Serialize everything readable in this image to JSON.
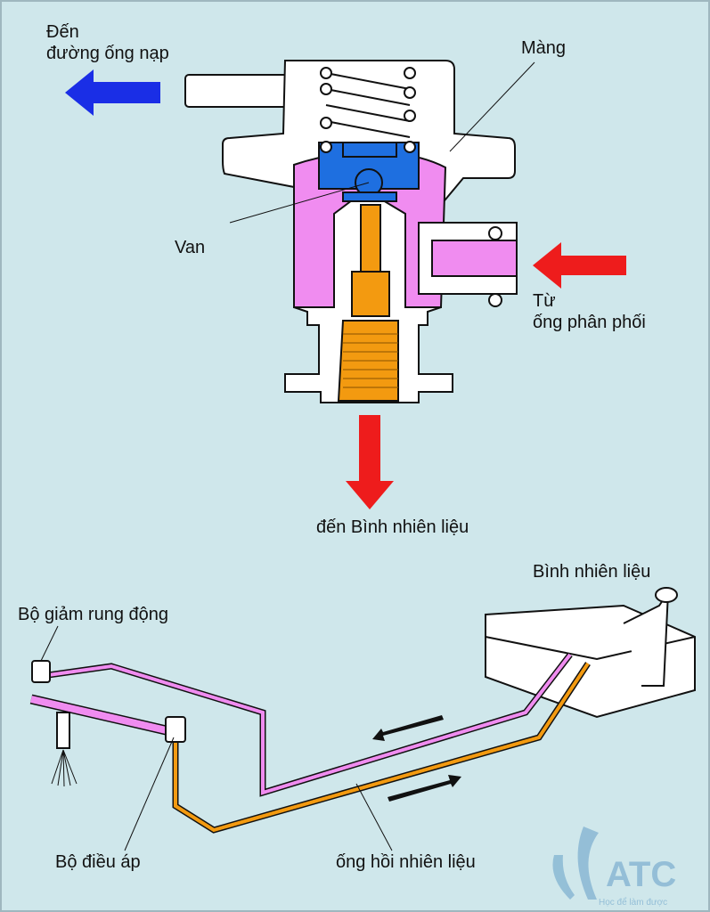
{
  "labels": {
    "to_intake_line1": "Đến",
    "to_intake_line2": "đường ống nạp",
    "diaphragm": "Màng",
    "valve": "Van",
    "from_rail_line1": "Từ",
    "from_rail_line2": "ống phân phối",
    "to_tank": "đến Bình nhiên liệu",
    "fuel_tank": "Bình nhiên liệu",
    "pulsation_damper": "Bộ giảm rung động",
    "pressure_regulator": "Bộ điều áp",
    "return_line": "ống hồi nhiên liệu"
  },
  "logo": {
    "text": "ATC",
    "tagline": "Học để làm được"
  },
  "colors": {
    "background": "#cfe7eb",
    "intake_arrow": "#1a2ee6",
    "fuel_arrow": "#ee1c1c",
    "fuel_chamber": "#f08cf0",
    "valve_body": "#1e6fe0",
    "return_pipe": "#f39a10",
    "logo": "#8ab8d4"
  }
}
